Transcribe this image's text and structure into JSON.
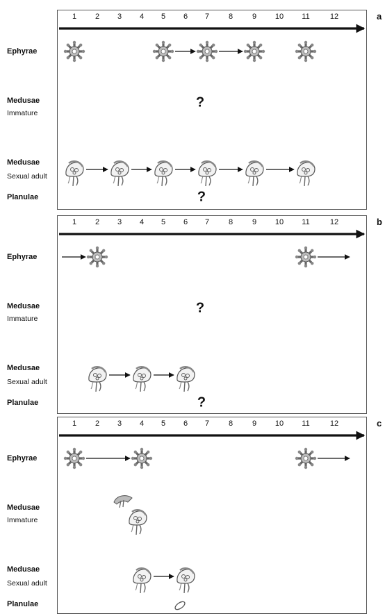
{
  "months": [
    "1",
    "2",
    "3",
    "4",
    "5",
    "6",
    "7",
    "8",
    "9",
    "10",
    "11",
    "12"
  ],
  "row_labels": {
    "ephyrae": "Ephyrae",
    "medusae": "Medusae",
    "immature": "Immature",
    "sexual_adult": "Sexual adult",
    "planulae": "Planulae"
  },
  "question_mark": "?",
  "panels": [
    {
      "letter": "a",
      "ephyrae": [
        1,
        5,
        7,
        9,
        11
      ],
      "ephyrae_arrows": [
        [
          5,
          7
        ],
        [
          7,
          9
        ]
      ],
      "immature": [],
      "adult": [
        1,
        3,
        5,
        7,
        9,
        11
      ],
      "adult_arrows": [
        [
          1,
          3
        ],
        [
          3,
          5
        ],
        [
          5,
          7
        ],
        [
          7,
          9
        ],
        [
          9,
          11
        ]
      ],
      "planulae": [],
      "question_rows": [
        "immature",
        "planulae"
      ]
    },
    {
      "letter": "b",
      "ephyrae": [
        2,
        11
      ],
      "ephyrae_arrows": [
        [
          1,
          2
        ],
        [
          11,
          13
        ]
      ],
      "immature": [],
      "adult": [
        2,
        4,
        6
      ],
      "adult_arrows": [
        [
          2,
          4
        ],
        [
          4,
          6
        ]
      ],
      "planulae": [],
      "question_rows": [
        "immature",
        "planulae"
      ]
    },
    {
      "letter": "c",
      "ephyrae": [
        1,
        4,
        11
      ],
      "ephyrae_arrows": [
        [
          1,
          4
        ],
        [
          11,
          13
        ]
      ],
      "young_medusa_month": 3,
      "immature": [
        4
      ],
      "adult": [
        4,
        6
      ],
      "adult_arrows": [
        [
          4,
          6
        ]
      ],
      "planulae": [
        6
      ],
      "question_rows": []
    }
  ]
}
